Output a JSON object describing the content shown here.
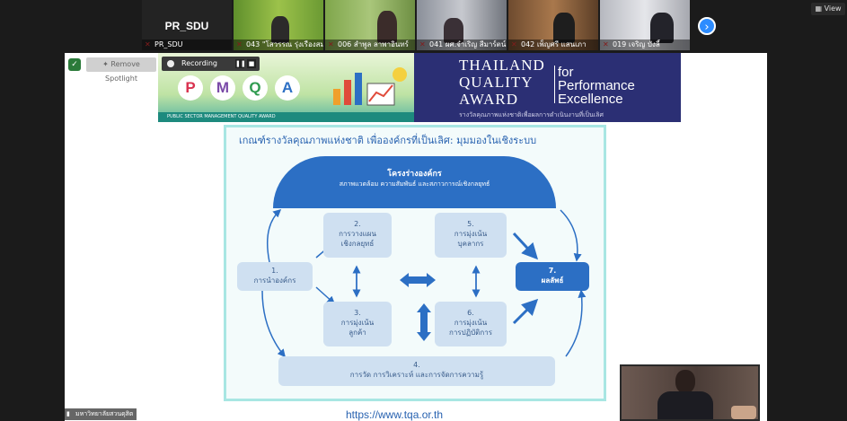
{
  "toolbar": {
    "view_label": "View",
    "next_icon": "chevron-right-icon"
  },
  "gallery": {
    "pr_tile": {
      "big_name": "PR_SDU",
      "label": "PR_SDU"
    },
    "participants": [
      {
        "label": "043 \"โสวรรณ รุ่งเรืองสม..."
      },
      {
        "label": "006 สำพูล ลาพาอินทร์"
      },
      {
        "label": "041 ผศ.จำเริญ สีมาร์ตน์"
      },
      {
        "label": "042 เพ็ญศรี แสนเภา"
      },
      {
        "label": "019 เจริญ บังลี้"
      }
    ]
  },
  "share": {
    "remove_spotlight": "Remove Spotlight",
    "recording": "Recording"
  },
  "slide": {
    "pmqa_letters": [
      "P",
      "M",
      "Q",
      "A"
    ],
    "pmqa_strip": "PUBLIC SECTOR MANAGEMENT QUALITY AWARD",
    "tqa_line1": "THAILAND",
    "tqa_line2": "QUALITY",
    "tqa_line3": "AWARD",
    "tqa_for": "for",
    "tqa_perf": "Performance",
    "tqa_exc": "Excellence",
    "tqa_thai": "รางวัลคุณภาพแห่งชาติเพื่อผลการดำเนินงานที่เป็นเลิศ",
    "heading": "เกณฑ์รางวัลคุณภาพแห่งชาติ เพื่อองค์กรที่เป็นเลิศ: มุมมองในเชิงระบบ",
    "profile_title": "โครงร่างองค์กร",
    "profile_sub": "สภาพแวดล้อม ความสัมพันธ์ และสภาวการณ์เชิงกลยุทธ์",
    "boxes": {
      "b1_num": "1.",
      "b1_text": "การนำองค์กร",
      "b2_num": "2.",
      "b2_text1": "การวางแผน",
      "b2_text2": "เชิงกลยุทธ์",
      "b3_num": "3.",
      "b3_text1": "การมุ่งเน้น",
      "b3_text2": "ลูกค้า",
      "b5_num": "5.",
      "b5_text1": "การมุ่งเน้น",
      "b5_text2": "บุคลากร",
      "b6_num": "6.",
      "b6_text1": "การมุ่งเน้น",
      "b6_text2": "การปฏิบัติการ",
      "b7_num": "7.",
      "b7_text": "ผลลัพธ์",
      "b4_num": "4.",
      "b4_text": "การวัด การวิเคราะห์ และการจัดการความรู้"
    },
    "url": "https://www.tqa.or.th"
  },
  "speaker": {
    "label": "มหาวิทยาลัยสวนดุสิต"
  },
  "colors": {
    "zoom_blue": "#2d8cff",
    "slide_blue": "#2c6fc4",
    "frame": "#a8e6e3"
  }
}
